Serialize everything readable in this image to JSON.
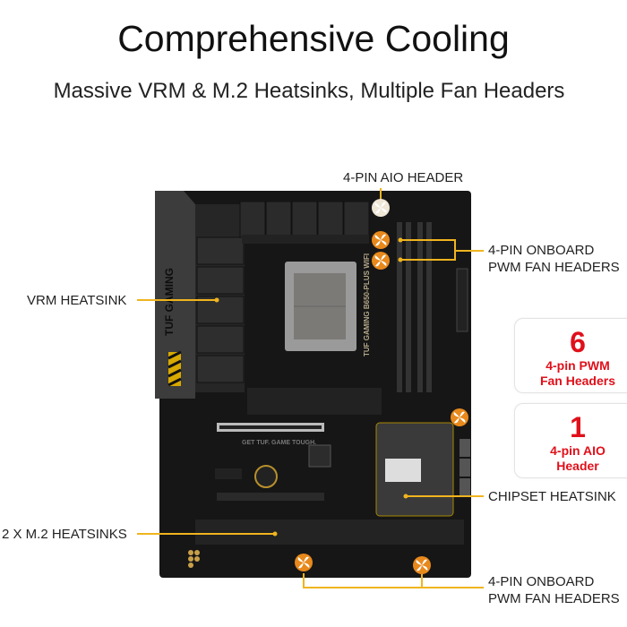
{
  "header": {
    "title": "Comprehensive Cooling",
    "subtitle": "Massive VRM & M.2 Heatsinks, Multiple Fan Headers"
  },
  "callouts": {
    "aio_header": "4-PIN AIO HEADER",
    "onboard_fan_top": [
      "4-PIN ONBOARD",
      "PWM FAN HEADERS"
    ],
    "vrm": "VRM HEATSINK",
    "chipset": "CHIPSET HEATSINK",
    "m2": "2 X M.2 HEATSINKS",
    "onboard_fan_bottom": [
      "4-PIN ONBOARD",
      "PWM FAN HEADERS"
    ]
  },
  "stats": [
    {
      "value": "6",
      "line1": "4-pin PWM",
      "line2": "Fan Headers"
    },
    {
      "value": "1",
      "line1": "4-pin AIO",
      "line2": "Header"
    }
  ],
  "board": {
    "model_text": "TUF GAMING B650-PLUS WIFI",
    "slogan": "GET TUF. GAME TOUGH.",
    "brand": "TUF GAMING"
  },
  "colors": {
    "accent": "#f0b41e",
    "fan_orange": "#e8891c",
    "stat_red": "#e0101a"
  }
}
